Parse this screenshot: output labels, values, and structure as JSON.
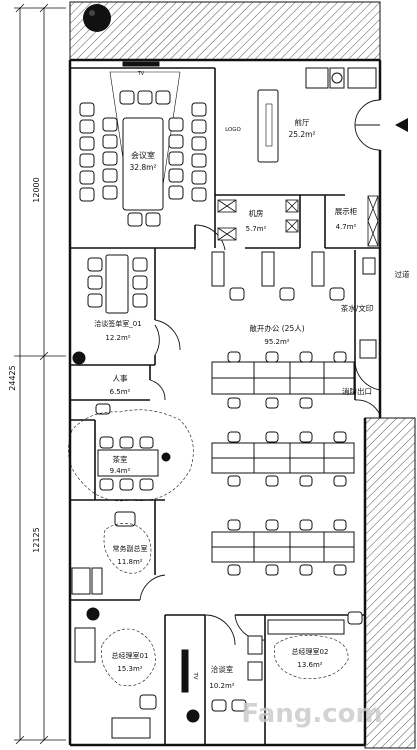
{
  "rooms": {
    "conference": {
      "name": "会议室",
      "area": "32.8m²"
    },
    "lobby": {
      "name": "前厅",
      "area": "25.2m²"
    },
    "logo": "LOGO",
    "tv_top": "TV",
    "machine_room": {
      "name": "机房",
      "area": "5.7m²"
    },
    "display_cabinet": {
      "name": "展示柜",
      "area": "4.7m²"
    },
    "corridor": "过道",
    "negotiation_01": {
      "name": "洽谈签单室_01",
      "area": "12.2m²"
    },
    "tea_print": "茶水/文印",
    "open_office": {
      "name": "敞开办公 (25人)",
      "area": "95.2m²"
    },
    "hr": {
      "name": "人事",
      "area": "6.5m²"
    },
    "fire_exit": "消防出口",
    "tea_room": {
      "name": "茶室",
      "area": "9.4m²"
    },
    "deputy_gm": {
      "name": "常务副总室",
      "area": "11.8m²"
    },
    "gm_01": {
      "name": "总经理室01",
      "area": "15.3m²"
    },
    "negotiation_room": {
      "name": "洽谈室",
      "area": "10.2m²"
    },
    "tv_bottom": "TV",
    "gm_02": {
      "name": "总经理室02",
      "area": "13.6m²"
    }
  },
  "dimensions": {
    "total": "24425",
    "upper": "12000",
    "lower": "12125"
  },
  "watermark": "Fang.com"
}
